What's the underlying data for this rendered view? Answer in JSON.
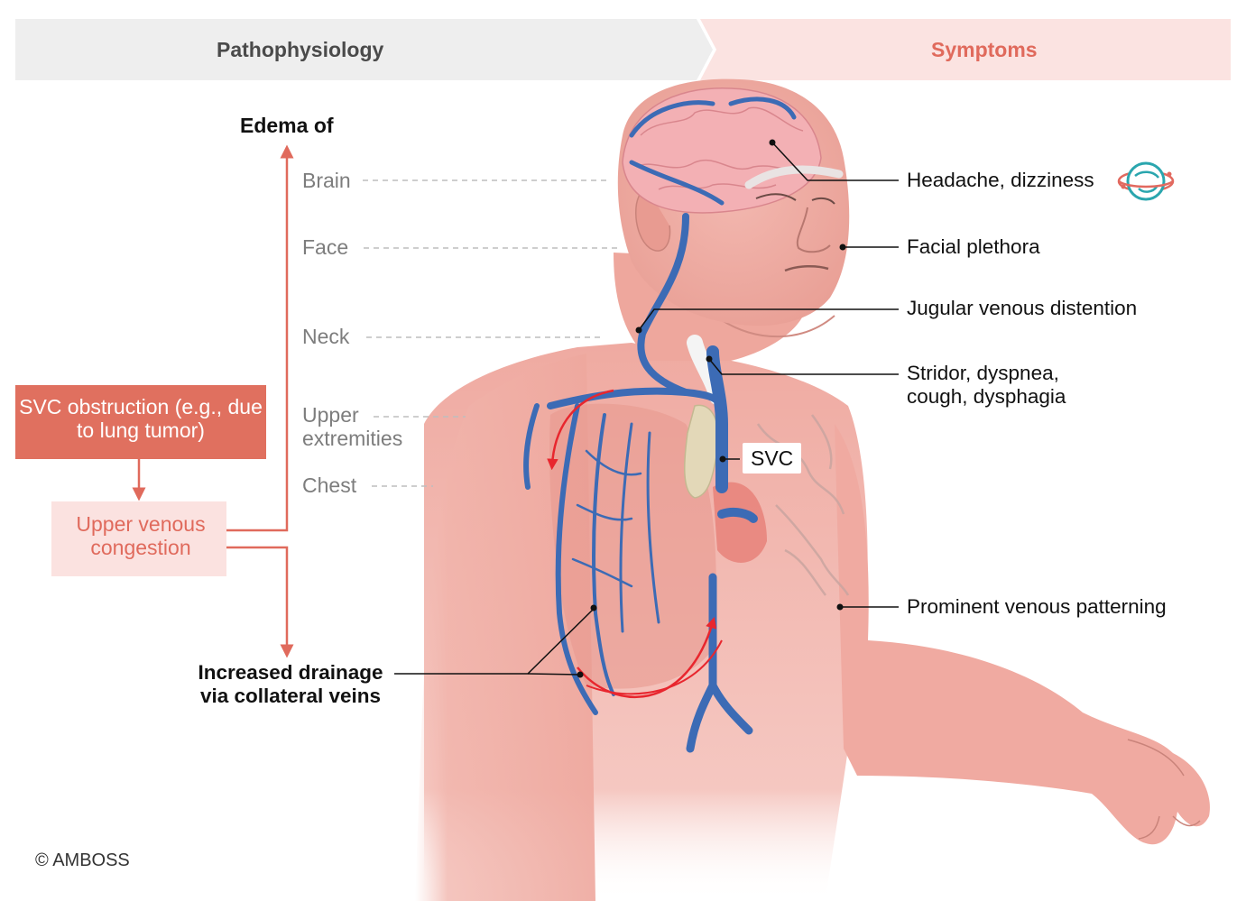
{
  "header": {
    "left_tab": "Pathophysiology",
    "right_tab": "Symptoms"
  },
  "pathophysiology": {
    "cause_box": "SVC obstruction (e.g., due to lung tumor)",
    "congestion_box": "Upper venous congestion",
    "edema_title": "Edema of",
    "edema_sites": [
      "Brain",
      "Face",
      "Neck",
      "Upper extremities",
      "Chest"
    ],
    "drainage_label": "Increased drainage via collateral veins"
  },
  "anatomy_label": "SVC",
  "symptoms": [
    "Headache, dizziness",
    "Facial plethora",
    "Jugular venous distention",
    "Stridor, dyspnea, cough, dysphagia",
    "Prominent venous patterning"
  ],
  "icons": {
    "dizziness": "dizzy-head-icon"
  },
  "colors": {
    "header_left_bg": "#eeeeee",
    "header_right_bg": "#fbe3e1",
    "accent_red": "#e06a5c",
    "box_dark": "#e0705f",
    "box_light": "#fbe2e0",
    "vein_blue": "#3c6bb5",
    "skin": "#f2b5ad",
    "icon_teal": "#2aa6ae"
  },
  "copyright": "© AMBOSS"
}
